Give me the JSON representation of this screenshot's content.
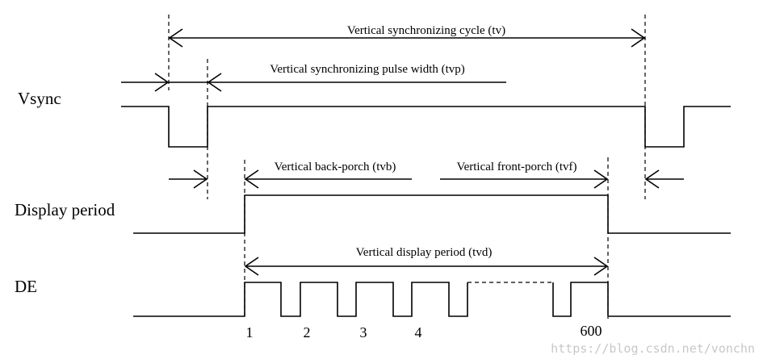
{
  "signals": {
    "vsync": "Vsync",
    "display_period": "Display period",
    "de": "DE"
  },
  "annotations": {
    "tv": "Vertical synchronizing cycle (tv)",
    "tvp": "Vertical synchronizing pulse width (tvp)",
    "tvb": "Vertical back-porch (tvb)",
    "tvf": "Vertical front-porch (tvf)",
    "tvd": "Vertical display period (tvd)"
  },
  "de_line_numbers": [
    "1",
    "2",
    "3",
    "4",
    "600"
  ],
  "watermark": "https://blog.csdn.net/vonchn"
}
